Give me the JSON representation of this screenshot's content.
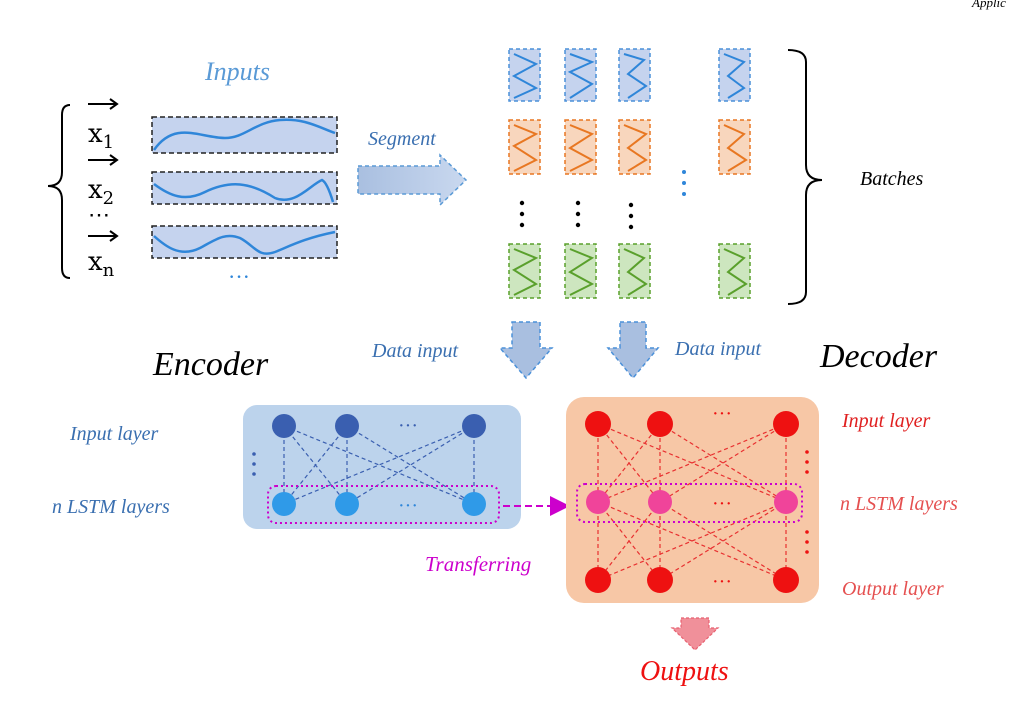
{
  "header": {
    "corner_text": "Applic"
  },
  "inputs": {
    "title": "Inputs",
    "vars": [
      {
        "base": "x",
        "sub": "1"
      },
      {
        "base": "x",
        "sub": "2"
      },
      {
        "base": "x",
        "sub": "n"
      }
    ],
    "vdots": "⋯",
    "more": "···"
  },
  "segment": {
    "label": "Segment"
  },
  "batches": {
    "label": "Batches"
  },
  "data_input": {
    "left": "Data input",
    "right": "Data input"
  },
  "encoder": {
    "title": "Encoder",
    "input_layer_label": "Input layer",
    "lstm_label": "n LSTM layers",
    "dots": "···"
  },
  "decoder": {
    "title": "Decoder",
    "input_layer_label": "Input layer",
    "lstm_label": "n LSTM layers",
    "output_layer_label": "Output layer",
    "dots": "···"
  },
  "transferring": {
    "label": "Transferring"
  },
  "outputs": {
    "label": "Outputs"
  },
  "colors": {
    "input_blue": "#4a90d9",
    "encoder_text": "#3a5fb0",
    "decoder_text": "#e02020",
    "transfer": "#cc00cc",
    "orange": "#e87722",
    "green": "#5aa02c",
    "encoder_bg": "#bcd3ec",
    "decoder_bg": "#f7c7a6"
  }
}
